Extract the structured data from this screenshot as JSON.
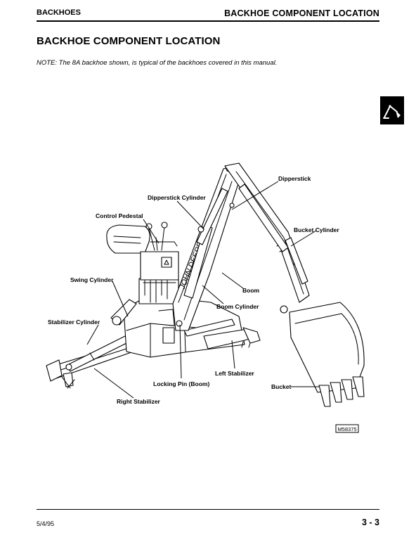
{
  "header": {
    "section": "BACKHOES",
    "title": "BACKHOE COMPONENT LOCATION"
  },
  "page_title": "BACKHOE COMPONENT LOCATION",
  "note": "NOTE:  The 8A backhoe shown, is typical of the backhoes covered in this manual.",
  "section_tab_icon": "backhoe-icon",
  "illustration": {
    "decal_text": "JOHN DEERE 8A",
    "figure_number": "M58375",
    "labels": {
      "dipperstick": "Dipperstick",
      "dipperstick_cylinder": "Dipperstick Cylinder",
      "control_pedestal": "Control Pedestal",
      "bucket_cylinder": "Bucket Cylinder",
      "swing_cylinder": "Swing Cylinder",
      "boom": "Boom",
      "boom_cylinder": "Boom Cylinder",
      "stabilizer_cylinder": "Stabilizer Cylinder",
      "left_stabilizer": "Left Stabilizer",
      "locking_pin": "Locking Pin (Boom)",
      "bucket": "Bucket",
      "right_stabilizer": "Right Stabilizer"
    }
  },
  "footer": {
    "date": "5/4/95",
    "page": "3 - 3"
  }
}
